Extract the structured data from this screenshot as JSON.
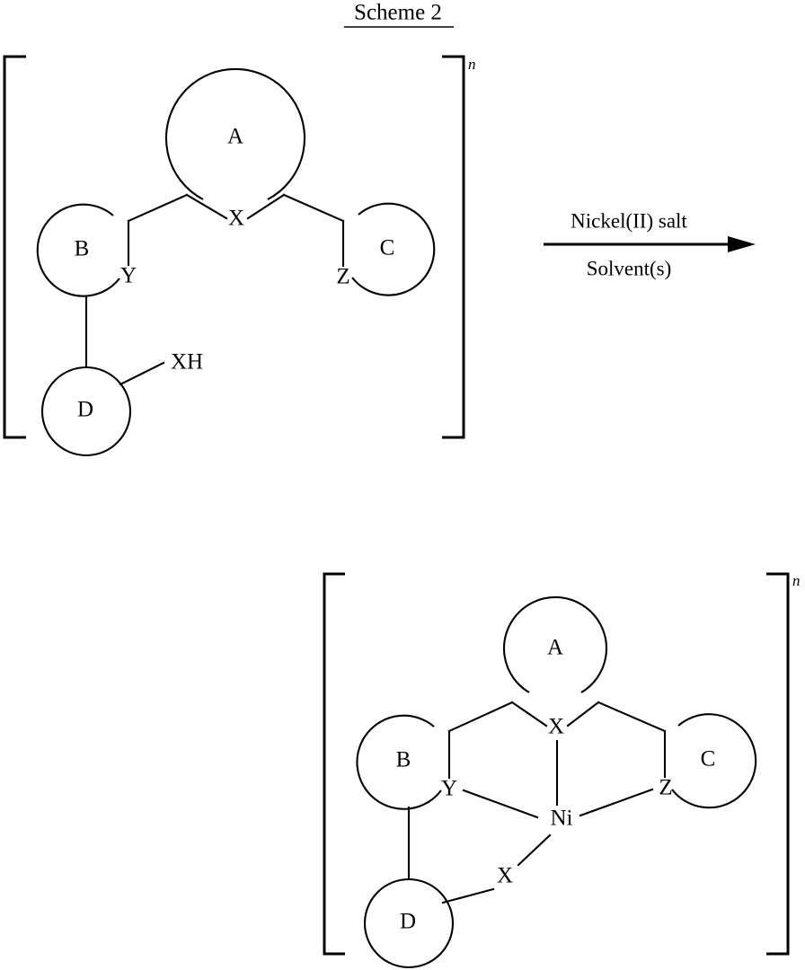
{
  "title": {
    "text": "Scheme 2",
    "underlined": true
  },
  "reaction": {
    "arrow": {
      "above_label": "Nickel(II) salt",
      "below_label": "Solvent(s)",
      "direction": "right"
    }
  },
  "reactant": {
    "bracket_superscript": "n",
    "rings": [
      {
        "id": "A",
        "label": "A"
      },
      {
        "id": "B",
        "label": "B"
      },
      {
        "id": "C",
        "label": "C"
      },
      {
        "id": "D",
        "label": "D"
      }
    ],
    "atoms": [
      {
        "id": "X",
        "label": "X"
      },
      {
        "id": "Y",
        "label": "Y"
      },
      {
        "id": "Z",
        "label": "Z"
      },
      {
        "id": "XH",
        "label": "XH"
      }
    ]
  },
  "product": {
    "bracket_superscript": "n",
    "rings": [
      {
        "id": "A",
        "label": "A"
      },
      {
        "id": "B",
        "label": "B"
      },
      {
        "id": "C",
        "label": "C"
      },
      {
        "id": "D",
        "label": "D"
      }
    ],
    "atoms": [
      {
        "id": "X_top",
        "label": "X"
      },
      {
        "id": "Y",
        "label": "Y"
      },
      {
        "id": "Z",
        "label": "Z"
      },
      {
        "id": "X_lower",
        "label": "X"
      }
    ],
    "metal": {
      "id": "Ni",
      "label": "Ni"
    }
  },
  "colors": {
    "ink": "#000000",
    "background": "#ffffff"
  }
}
